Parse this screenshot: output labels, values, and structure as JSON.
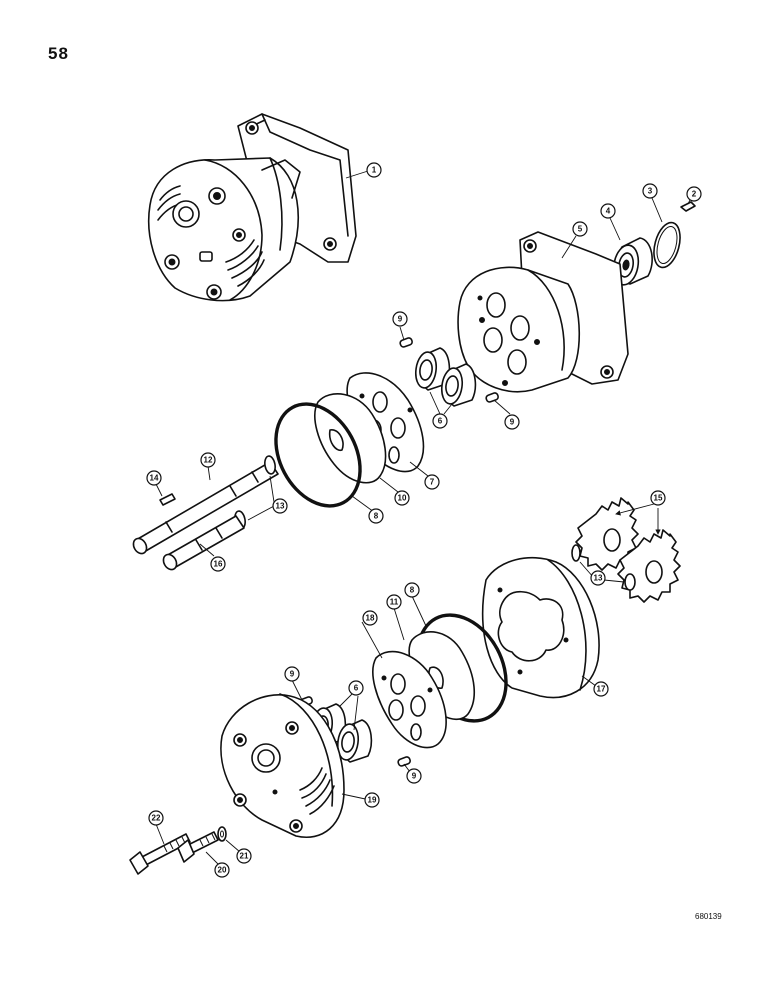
{
  "page_number": "58",
  "figure_code": "680139",
  "callouts": [
    {
      "label": "1"
    },
    {
      "label": "2"
    },
    {
      "label": "3"
    },
    {
      "label": "4"
    },
    {
      "label": "5"
    },
    {
      "label": "9"
    },
    {
      "label": "6"
    },
    {
      "label": "9"
    },
    {
      "label": "7"
    },
    {
      "label": "10"
    },
    {
      "label": "8"
    },
    {
      "label": "12"
    },
    {
      "label": "14"
    },
    {
      "label": "13"
    },
    {
      "label": "16"
    },
    {
      "label": "15"
    },
    {
      "label": "13"
    },
    {
      "label": "8"
    },
    {
      "label": "11"
    },
    {
      "label": "18"
    },
    {
      "label": "17"
    },
    {
      "label": "9"
    },
    {
      "label": "6"
    },
    {
      "label": "9"
    },
    {
      "label": "19"
    },
    {
      "label": "22"
    },
    {
      "label": "21"
    },
    {
      "label": "20"
    }
  ]
}
